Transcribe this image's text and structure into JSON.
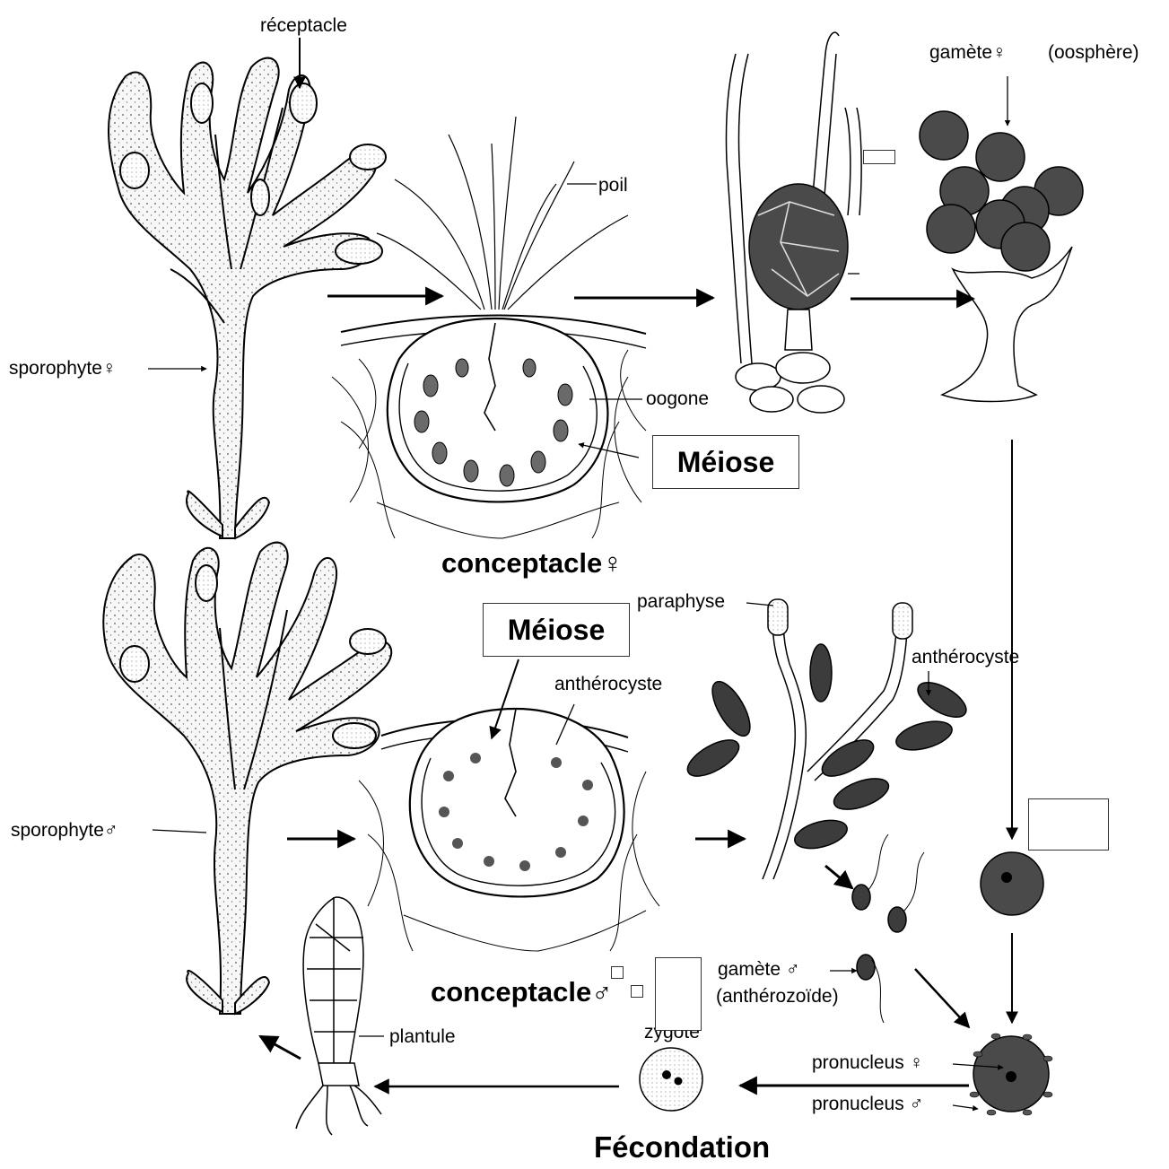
{
  "labels": {
    "receptacle": "réceptacle",
    "poil": "poil",
    "gamete_f": "gamète♀",
    "oosphere": "(oosphère)",
    "sporophyte_f": "sporophyte♀",
    "oogone": "oogone",
    "conceptacle_f": "conceptacle♀",
    "paraphyse": "paraphyse",
    "antherocyste_1": "anthérocyste",
    "antherocyste_2": "anthérocyste",
    "sporophyte_m": "sporophyte♂",
    "conceptacle_m": "conceptacle♂",
    "gamete_m": "gamète ♂",
    "antherozoide": "(anthérozoïde)",
    "zygote": "zygote",
    "plantule": "plantule",
    "pronucleus_f": "pronucleus ♀",
    "pronucleus_m": "pronucleus ♂",
    "fecondation": "Fécondation"
  },
  "boxes": {
    "meiose_1": "Méiose",
    "meiose_2": "Méiose"
  },
  "colors": {
    "ink": "#000000",
    "cell_fill": "#4a4a4a",
    "stipple": "#f2f2f2"
  }
}
